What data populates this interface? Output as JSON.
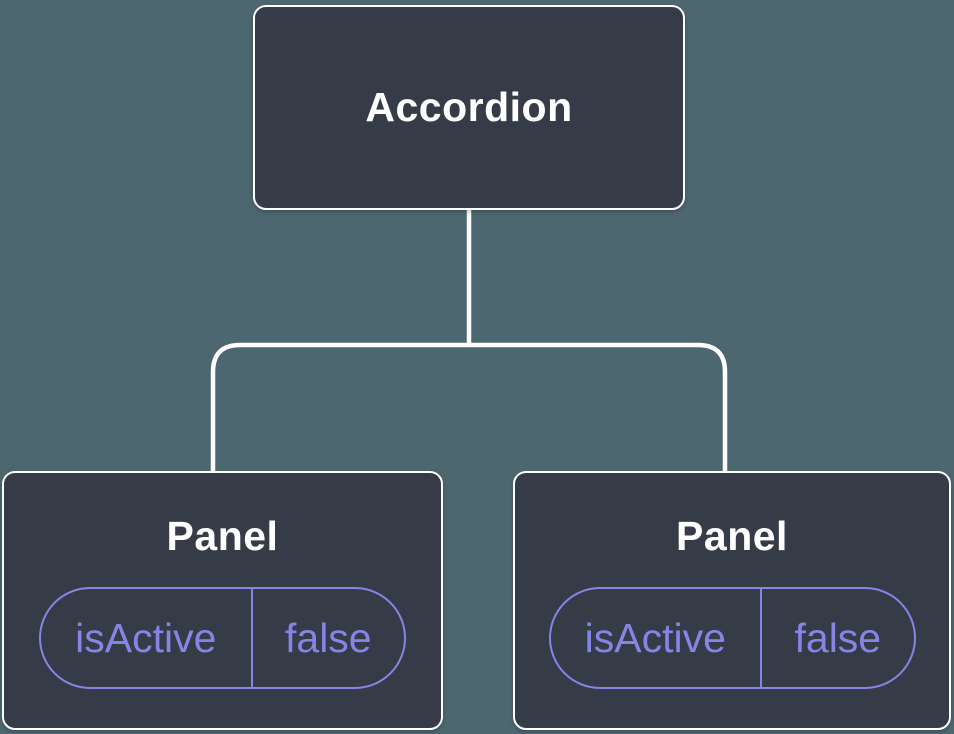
{
  "colors": {
    "background": "#4d6770",
    "node_fill": "#353b47",
    "node_border": "#ffffff",
    "connector": "#ffffff",
    "state_accent": "#8585e6",
    "title_color": "#ffffff"
  },
  "tree": {
    "root": {
      "label": "Accordion"
    },
    "children": [
      {
        "label": "Panel",
        "state": {
          "name": "isActive",
          "value": "false"
        }
      },
      {
        "label": "Panel",
        "state": {
          "name": "isActive",
          "value": "false"
        }
      }
    ]
  }
}
